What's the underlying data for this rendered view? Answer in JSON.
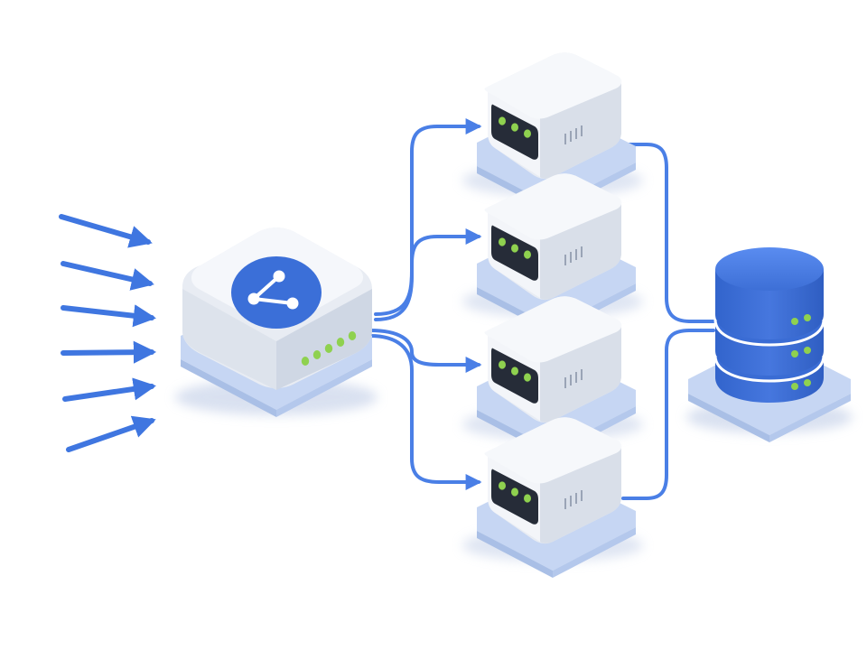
{
  "diagram": {
    "type": "load-balancing-architecture",
    "colors": {
      "accent": "#3b6fd8",
      "arrow": "#3f76e0",
      "connector": "#4a7fe6",
      "led": "#8fd14f",
      "box_top": "#f3f5f9",
      "box_side": "#d9dfe9",
      "platform": "#c6d6f3",
      "screen": "#262c38",
      "database": "#3d6fd6"
    },
    "incoming_requests": {
      "count": 6,
      "icon": "arrow-right-icon"
    },
    "load_balancer": {
      "icon": "share-network-icon",
      "status_leds": 5
    },
    "servers": [
      {
        "id": "server-1",
        "status_leds": 3
      },
      {
        "id": "server-2",
        "status_leds": 3
      },
      {
        "id": "server-3",
        "status_leds": 3
      },
      {
        "id": "server-4",
        "status_leds": 3
      }
    ],
    "database": {
      "icon": "database-icon",
      "disks": 3,
      "status_leds_per_disk": 2
    }
  }
}
